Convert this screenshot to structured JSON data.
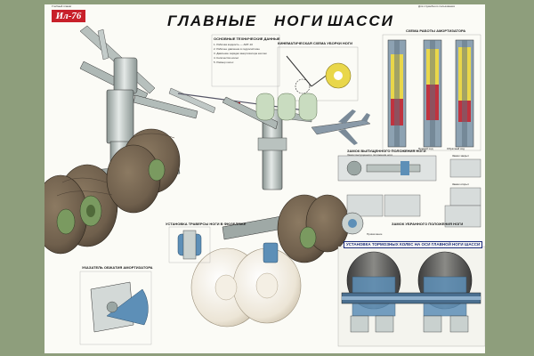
{
  "header": {
    "badge": "Ил-76",
    "title_words": [
      "ГЛАВНЫЕ",
      "НОГИ",
      "ШАССИ"
    ],
    "left_note": "Учебный плакат",
    "right_note": "Для служебного пользования"
  },
  "specs": {
    "title": "ОСНОВНЫЕ ТЕХНИЧЕСКИЕ ДАННЫЕ",
    "lines": [
      "1. Рабочая жидкость — АМГ-10",
      "2. Рабочее давление в гидросистеме",
      "3. Давление зарядки амортизатора азотом",
      "4. Количество колес",
      "5. Размер колес"
    ]
  },
  "sections": {
    "kinematic": "КИНЕМАТИЧЕСКАЯ СХЕМА УБОРКИ НОГИ",
    "shock_scheme": "СХЕМА РАБОТЫ АМОРТИЗАТОРА",
    "shock_stroke_labels": [
      "Прямой ход",
      "Обратный ход"
    ],
    "lock_title": "ЗАМОК ВЫПУЩЕННОГО ПОЛОЖЕНИЯ НОГИ",
    "lock_sub": "Замок выпущенного положения ноги",
    "lock_states": [
      "Замок закрыт",
      "Замок открыт"
    ],
    "ring_lock": "ЗАМОК УБРАННОГО ПОЛОЖЕНИЯ НОГИ",
    "installation": "УСТАНОВКА ТОРМОЗНЫХ КОЛЕС НА ОСИ ГЛАВНОЙ НОГИ ШАССИ",
    "leg_mount": "УСТАНОВКА ТРАВЕРСЫ НОГИ В ФЮЗЕЛЯЖЕ",
    "indicator": "УКАЗАТЕЛЬ ОБЖАТИЯ АМОРТИЗАТОРА",
    "note": "Примечание"
  },
  "colors": {
    "frame": "#8e9e7c",
    "sheet": "#fbfbf6",
    "badge": "#c8202a",
    "tire": "#6f5f4c",
    "metal": "#c9d1cf",
    "hub_green": "#7a9a60",
    "hydraulic_yellow": "#e9d74a",
    "blue_part": "#5d8fb7",
    "ghost_wheel": "#ece5d6"
  }
}
